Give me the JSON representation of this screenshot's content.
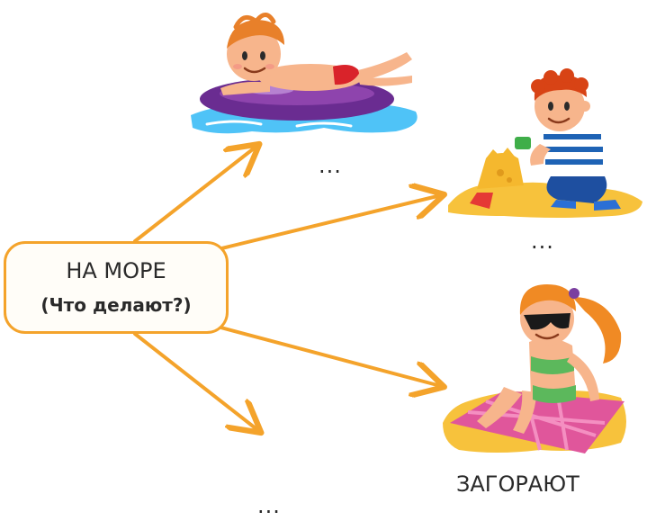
{
  "center": {
    "title": "НА МОРЕ",
    "question": "(Что делают?)"
  },
  "branches": [
    {
      "picture": "boy-swimming-on-inflatable-ring",
      "label": "..."
    },
    {
      "picture": "boy-building-sandcastle",
      "label": "..."
    },
    {
      "picture": "girl-sunbathing-on-towel",
      "label": "ЗАГОРАЮТ"
    },
    {
      "picture": "",
      "label": "..."
    }
  ],
  "colors": {
    "arrow": "#f4a32b",
    "box_border": "#f4a32b",
    "text": "#2a2a2a",
    "water": "#4fc3f7",
    "sand": "#f7c23c",
    "towel": "#e0569b"
  }
}
